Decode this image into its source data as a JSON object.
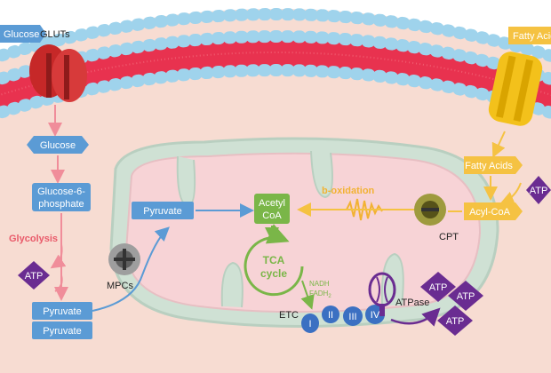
{
  "labels": {
    "glucose_top": "Glucose",
    "gluts": "GLUTs",
    "fatty_acids_top": "Fatty Acids",
    "glucose": "Glucose",
    "g6p_line1": "Glucose-6-",
    "g6p_line2": "phosphate",
    "glycolysis": "Glycolysis",
    "atp_glycolysis": "ATP",
    "pyruvate_1": "Pyruvate",
    "pyruvate_2": "Pyruvate",
    "mpcs": "MPCs",
    "pyruvate_mito": "Pyruvate",
    "acetyl_line1": "Acetyl",
    "acetyl_line2": "CoA",
    "tca_line1": "TCA",
    "tca_line2": "cycle",
    "nadh": "NADH",
    "fadh": "FADH",
    "fadh_sub": "2",
    "etc": "ETC",
    "complex_1": "I",
    "complex_2": "II",
    "complex_3": "III",
    "complex_4": "IV",
    "atpase": "ATPase",
    "atp_right_1": "ATP",
    "atp_right_2": "ATP",
    "atp_right_3": "ATP",
    "b_oxidation": "b-oxidation",
    "cpt": "CPT",
    "fatty_acids": "Fatty Acids",
    "acyl_coa": "Acyl-CoA",
    "atp_fatty": "ATP"
  },
  "colors": {
    "cytoplasm": "#f7dcd2",
    "membrane": "#e8324f",
    "lipid_head": "#9fd3ec",
    "blue_label": "#5b9bd5",
    "yellow_label": "#f5c242",
    "green_label": "#7ab648",
    "purple": "#6a2c91",
    "glycolysis_text": "#e95a6a",
    "b_oxidation_text": "#f2b233"
  }
}
